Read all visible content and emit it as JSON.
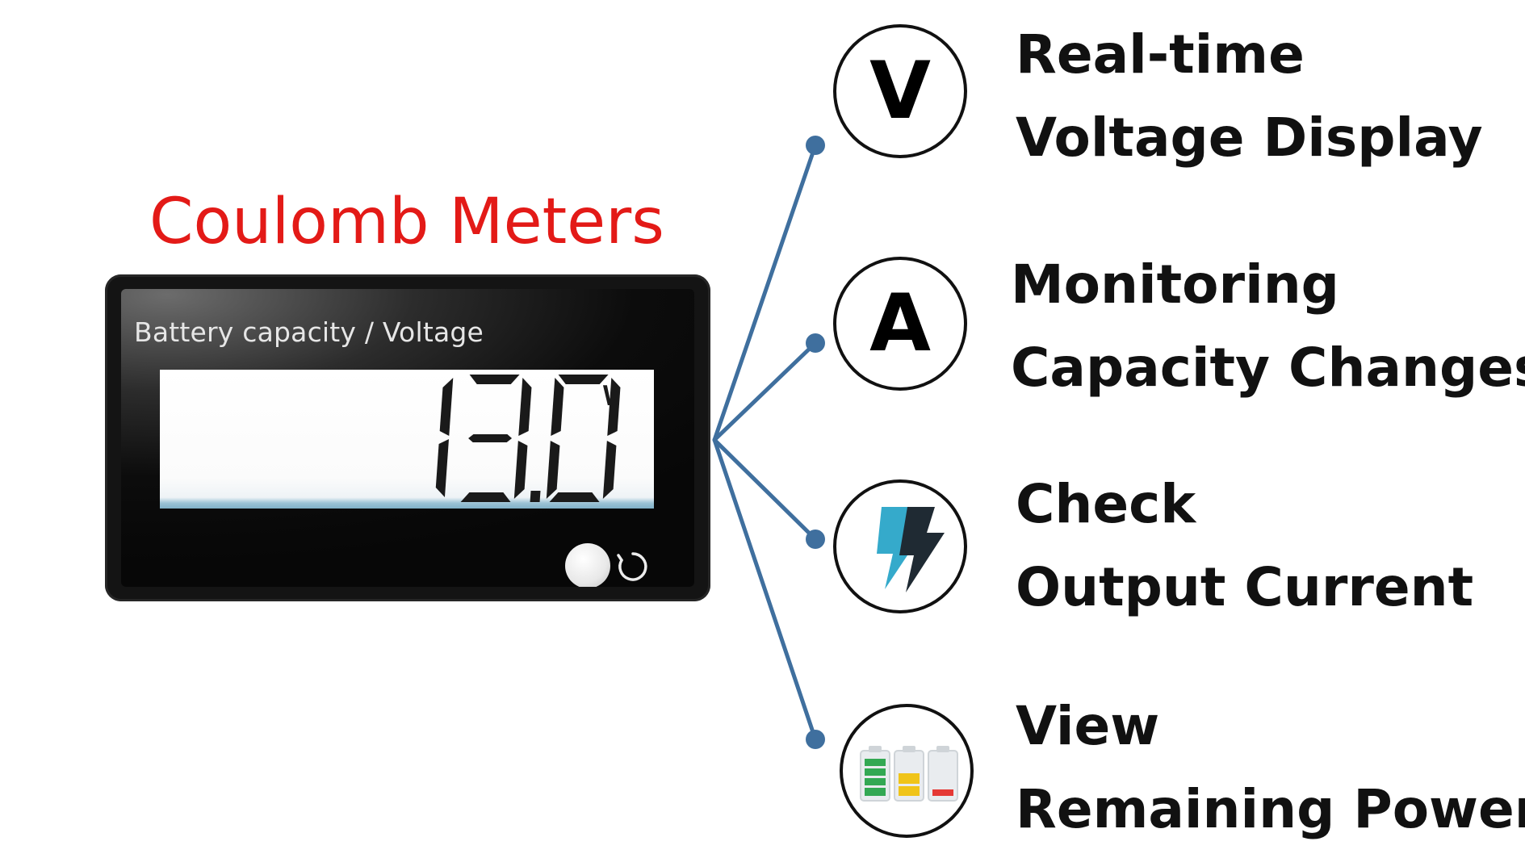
{
  "title": "Coulomb Meters",
  "meter": {
    "label": "Battery capacity / Voltage",
    "reading": "13.0",
    "unit": "V"
  },
  "features": [
    {
      "icon": "voltage-v-icon",
      "symbol": "V",
      "line1": "Real-time",
      "line2": "Voltage Display"
    },
    {
      "icon": "ampere-a-icon",
      "symbol": "A",
      "line1": "Monitoring",
      "line2": "Capacity Changes"
    },
    {
      "icon": "lightning-bolt-icon",
      "line1": "Check",
      "line2": "Output Current"
    },
    {
      "icon": "battery-levels-icon",
      "line1": "View",
      "line2": "Remaining Power"
    }
  ],
  "colors": {
    "title": "#e31a17",
    "connector": "#3f6f9e",
    "bolt_teal": "#35aacb",
    "battery_green": "#33a853",
    "battery_yellow": "#f0c419",
    "battery_red": "#e53935"
  }
}
